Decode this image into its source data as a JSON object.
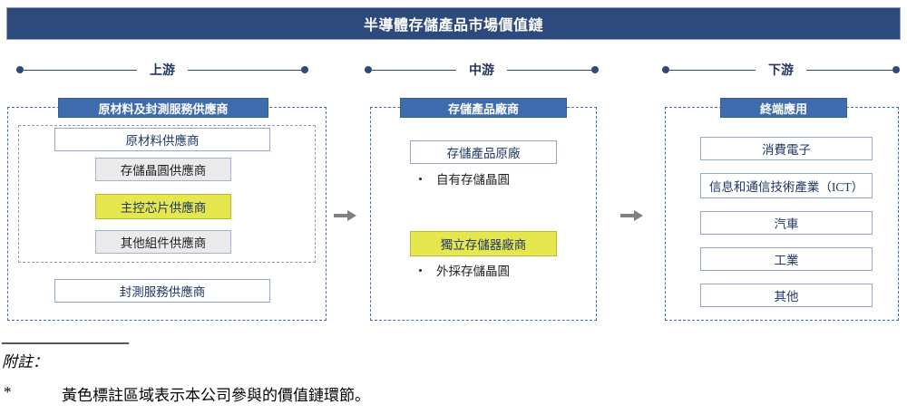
{
  "title": "半導體存儲產品市場價值鏈",
  "stages": [
    {
      "label": "上游"
    },
    {
      "label": "中游"
    },
    {
      "label": "下游"
    }
  ],
  "columns": {
    "upstream": {
      "header": "原材料及封測服務供應商",
      "raw_material_supplier": "原材料供應商",
      "sub_suppliers": [
        {
          "label": "存儲晶圓供應商",
          "style": "grey"
        },
        {
          "label": "主控芯片供應商",
          "style": "yellow"
        },
        {
          "label": "其他組件供應商",
          "style": "grey"
        }
      ],
      "packaging_test_supplier": "封測服務供應商"
    },
    "midstream": {
      "header": "存儲產品廠商",
      "oem_maker": "存儲產品原廠",
      "oem_bullet": "自有存儲晶圓",
      "independent_maker": "獨立存儲器廠商",
      "independent_bullet": "外採存儲晶圓"
    },
    "downstream": {
      "header": "終端應用",
      "applications": [
        "消費電子",
        "信息和通信技術產業（ICT）",
        "汽車",
        "工業",
        "其他"
      ]
    }
  },
  "footnote": {
    "label": "附註：",
    "marker": "*",
    "text": "黃色標註區域表示本公司參與的價值鏈環節。"
  },
  "colors": {
    "title_bar": "#2E4A7D",
    "section_header": "#3F6CAE",
    "highlight_yellow": "#E6E64F",
    "grey_box": "#EBEBEB",
    "panel_dash": "#4472A8",
    "inner_dash": "#9A9A9A",
    "arrow": "#808080",
    "text_navy": "#1F3864"
  }
}
